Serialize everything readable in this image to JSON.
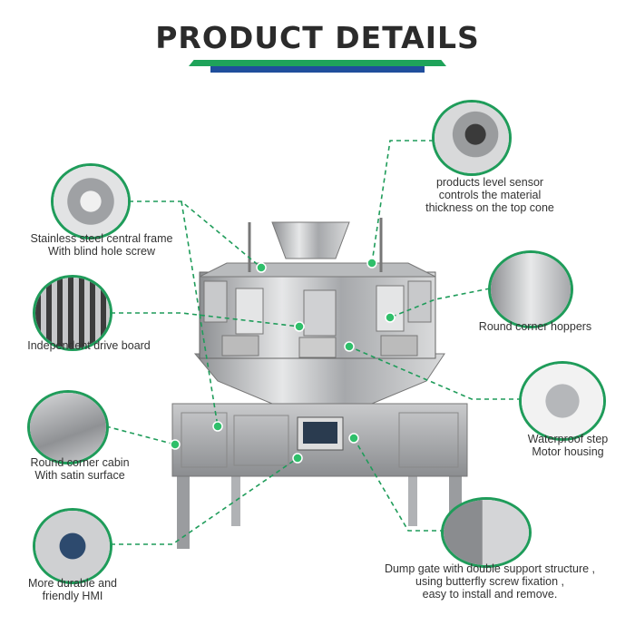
{
  "header": {
    "title": "PRODUCT DETAILS"
  },
  "colors": {
    "accent_green": "#1fa35a",
    "accent_blue": "#1f4e9c",
    "dot": "#2fbf6a"
  },
  "features": [
    {
      "id": "sensor",
      "lines": [
        "products level sensor",
        "controls the material",
        "thickness on the top cone"
      ]
    },
    {
      "id": "frame",
      "lines": [
        "Stainless steel central frame",
        "With blind hole screw"
      ]
    },
    {
      "id": "drive",
      "lines": [
        "Independent drive board"
      ]
    },
    {
      "id": "hoppers",
      "lines": [
        "Round corner hoppers"
      ]
    },
    {
      "id": "cabin",
      "lines": [
        "Round corner cabin",
        "With satin surface"
      ]
    },
    {
      "id": "motor",
      "lines": [
        "Waterproof step",
        "Motor housing"
      ]
    },
    {
      "id": "hmi",
      "lines": [
        "More durable and",
        "friendly HMI"
      ]
    },
    {
      "id": "dump",
      "lines": [
        "Dump gate with double support structure ,",
        "using butterfly screw fixation ,",
        "easy to install and remove."
      ]
    }
  ]
}
